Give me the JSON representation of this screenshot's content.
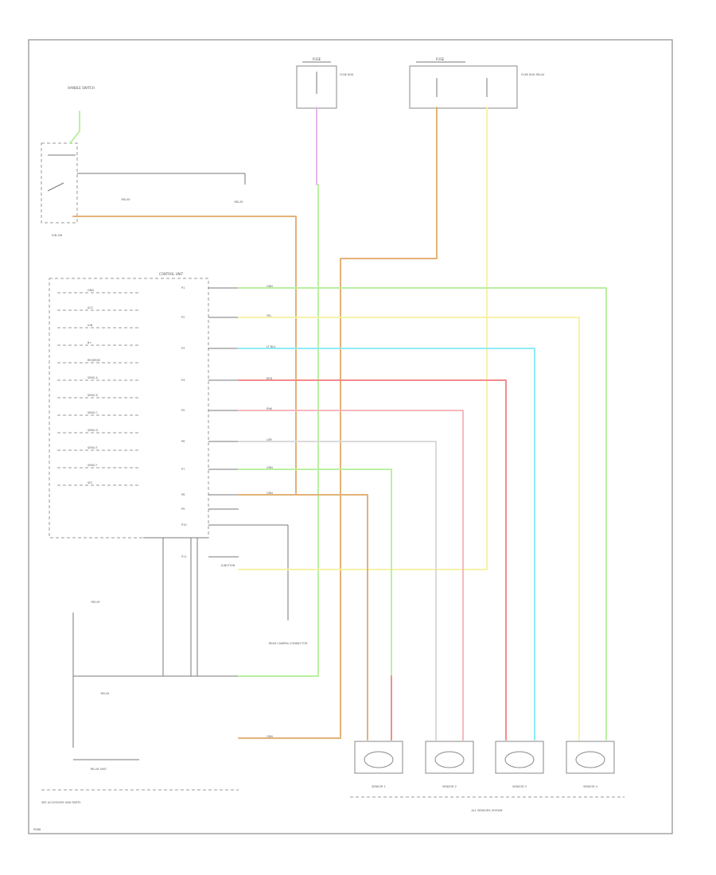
{
  "colors": {
    "orange": "#e2b277",
    "green": "#b9f0a1",
    "yellow": "#f6f2a8",
    "cyan": "#8fecf6",
    "red": "#f58b8b",
    "pink": "#f7b8bd",
    "gray": "#dadada",
    "violet": "#e5b6ef",
    "black": "#6a6a6a"
  },
  "labels": {
    "fuse_top_a": "FUSE",
    "fuse_top_a_note": "FUSE BOX",
    "fuse_top_b": "FUSE",
    "fuse_top_b_note": "FUSE BOX RELAY",
    "handle_switch": "HANDLE SWITCH",
    "ign_switch": "IGN SW",
    "relay_a": "RELAY",
    "relay_b": "RELAY",
    "control_unit": "CONTROL UNIT",
    "junction": "JUNCTION",
    "rear_cam": "REAR CAMERA CONNECTOR",
    "relay_unit": "RELAY UNIT",
    "relay_unit_a": "RELAY",
    "relay_unit_b": "RELAY",
    "bottom_note": "SEE ACCESSORY AND PARTS",
    "bottom_center": "ALL SENSORS SHOWN",
    "sensor_1": "SENSOR 1",
    "sensor_2": "SENSOR 2",
    "sensor_3": "SENSOR 3",
    "sensor_4": "SENSOR 4",
    "footer_id": "PD88"
  },
  "left_pins": [
    "GND",
    "ACC",
    "IGN",
    "B+",
    "REVERSE",
    "SENS A",
    "SENS B",
    "SENS C",
    "SENS D",
    "SENS E",
    "SENS F",
    "SIG"
  ],
  "ecu_pins": [
    "P1",
    "P2",
    "P3",
    "P4",
    "P5",
    "P6",
    "P7",
    "P8",
    "P9",
    "P10",
    "P11"
  ],
  "wire_labels": {
    "green": "GRN",
    "yellow": "YEL",
    "cyan": "LT BLU",
    "red": "RED",
    "pink": "PNK",
    "gray": "GRY",
    "lgreen": "GRN",
    "orange": "ORN",
    "orange2": "ORN"
  }
}
